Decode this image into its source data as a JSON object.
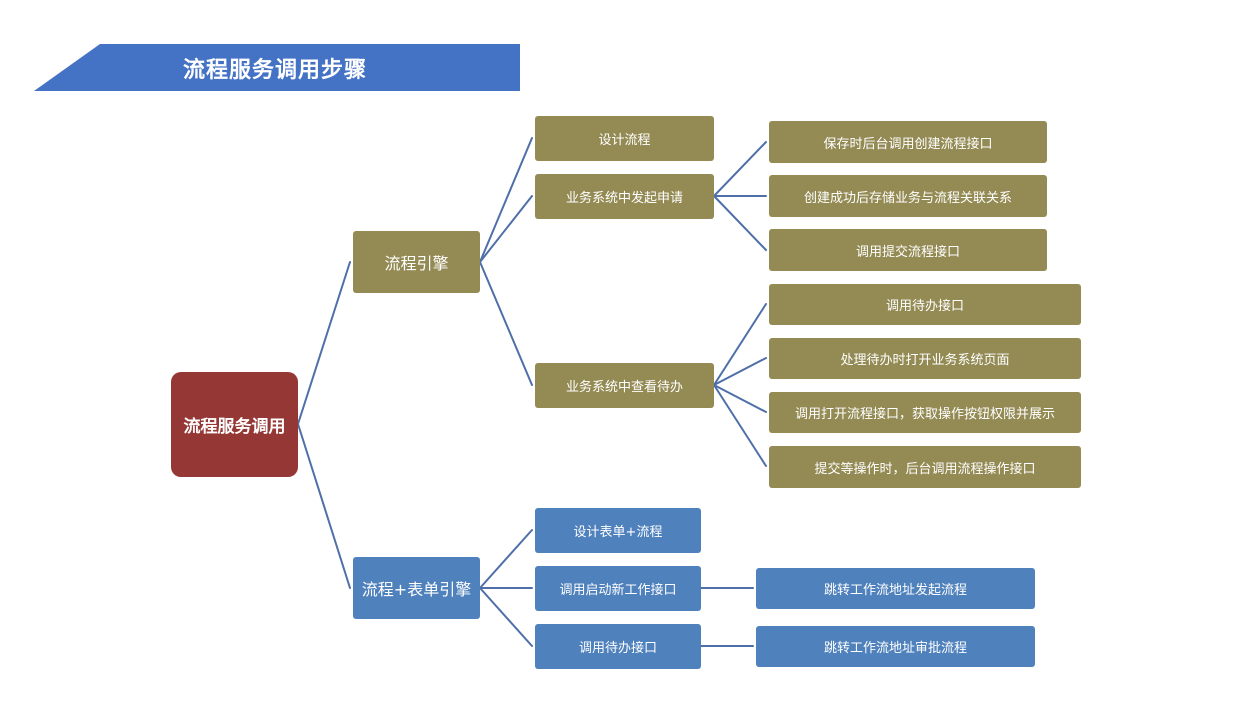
{
  "page": {
    "title": "流程服务调用步骤",
    "colors": {
      "banner": "#4472c4",
      "olive": "#948b54",
      "blue": "#4f81bd",
      "root": "#953735",
      "line": "#4f6fa8"
    }
  },
  "diagram": {
    "root": {
      "label": "流程服务调用"
    },
    "process_engine": {
      "label": "流程引擎",
      "children": [
        {
          "label": "设计流程",
          "children": []
        },
        {
          "label": "业务系统中发起申请",
          "children": [
            {
              "label": "保存时后台调用创建流程接口"
            },
            {
              "label": "创建成功后存储业务与流程关联关系"
            },
            {
              "label": "调用提交流程接口"
            }
          ]
        },
        {
          "label": "业务系统中查看待办",
          "children": [
            {
              "label": "调用待办接口"
            },
            {
              "label": "处理待办时打开业务系统页面"
            },
            {
              "label": "调用打开流程接口，获取操作按钮权限并展示"
            },
            {
              "label": "提交等操作时，后台调用流程操作接口"
            }
          ]
        }
      ]
    },
    "form_engine": {
      "label": "流程+表单引擎",
      "children": [
        {
          "label": "设计表单+流程",
          "children": []
        },
        {
          "label": "调用启动新工作接口",
          "children": [
            {
              "label": "跳转工作流地址发起流程"
            }
          ]
        },
        {
          "label": "调用待办接口",
          "children": [
            {
              "label": "跳转工作流地址审批流程"
            }
          ]
        }
      ]
    }
  }
}
